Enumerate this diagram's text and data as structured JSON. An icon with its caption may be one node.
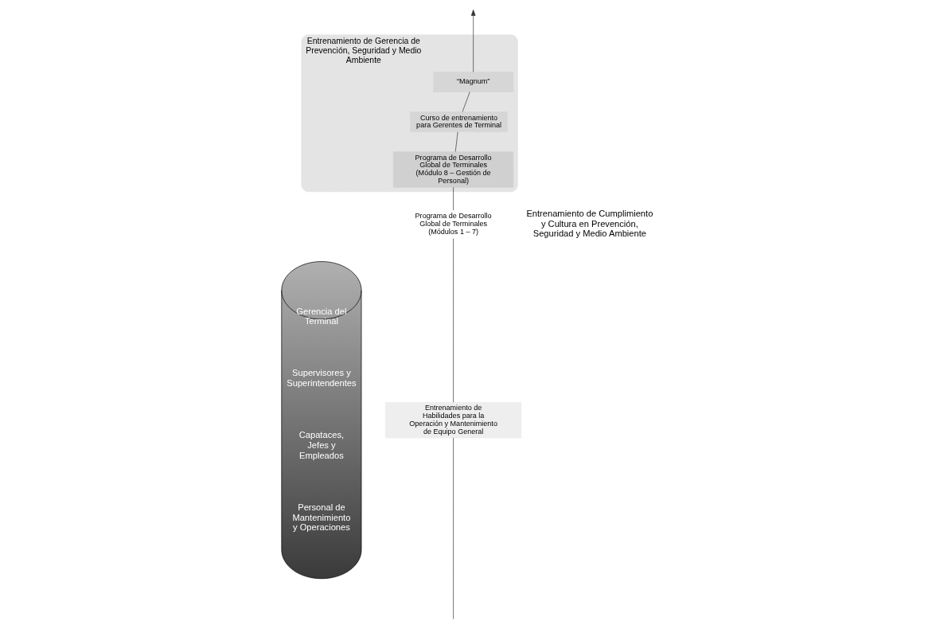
{
  "diagram": {
    "nodes": [
      {
        "text": [
          "Gerencia del Terminal",
          "Supervisores y Superintendentes",
          "Capataces, Jefes y Empleados",
          "Personal de Mantenimiento y Operaciones"
        ]
      },
      {
        "text": [
          "Entrenamiento de Gerencia de Prevención, Seguridad y Medio Ambiente"
        ]
      },
      {
        "text": [
          "“Magnum”"
        ],
        "in": 1
      },
      {
        "text": [
          "Curso de entrenamiento para Gerentes de Terminal"
        ],
        "in": 1
      },
      {
        "text": [
          "Programa de Desarrollo Global de Terminales (Módulo 8 – Gestión de Personal)"
        ],
        "in": 1
      },
      {
        "text": [
          "Programa de Desarrollo Global de Terminales (Módulos 1 – 7)"
        ]
      },
      {
        "text": [
          "Entrenamiento de Habilidades para la Operación y Mantenimiento de Equipo General"
        ]
      }
    ],
    "edges": [
      {
        "from": null,
        "to": 6,
        "arrow": "none"
      },
      {
        "from": 6,
        "to": 5,
        "arrow": "none"
      },
      {
        "from": 5,
        "to": 4,
        "arrow": "none"
      },
      {
        "from": 4,
        "to": 3,
        "arrow": "none"
      },
      {
        "from": 3,
        "to": 2,
        "arrow": "none"
      },
      {
        "from": 2,
        "to": null,
        "arrow": "to"
      }
    ],
    "labels": [
      "Entrenamiento de Cumplimiento y Cultura en Prevención, Seguridad y Medio Ambiente"
    ]
  }
}
